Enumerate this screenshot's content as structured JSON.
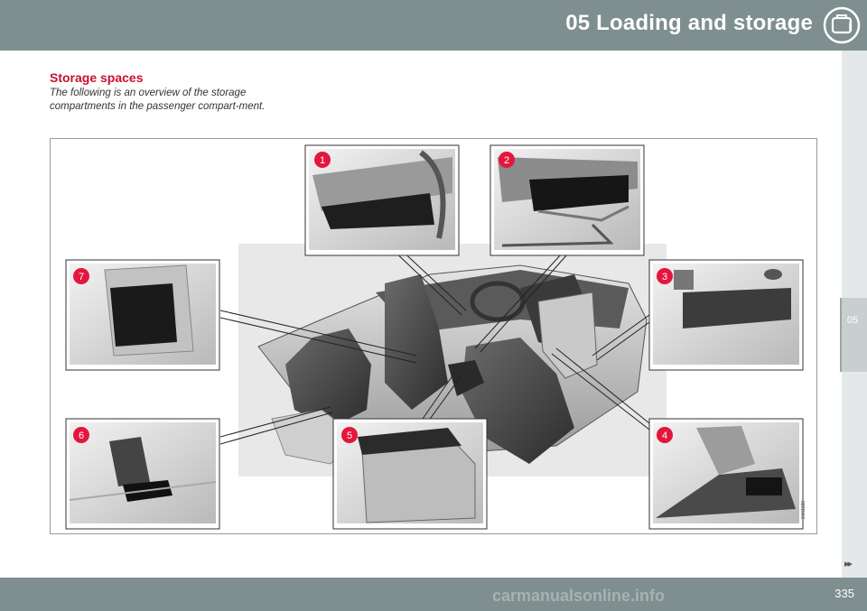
{
  "header": {
    "title": "05 Loading and storage",
    "icon": "luggage-icon"
  },
  "side_tab": {
    "label": "05"
  },
  "section": {
    "title": "Storage spaces",
    "intro": "The following is an overview of the storage compartments in the passenger compart-ment."
  },
  "figure": {
    "code": "G051188",
    "callouts": [
      "1",
      "2",
      "3",
      "4",
      "5",
      "6",
      "7"
    ],
    "callout_color": "#e3173e"
  },
  "footer": {
    "page_number": "335",
    "next_icon": "double-chevron-right-icon"
  },
  "watermark": "carmanualsonline.info"
}
